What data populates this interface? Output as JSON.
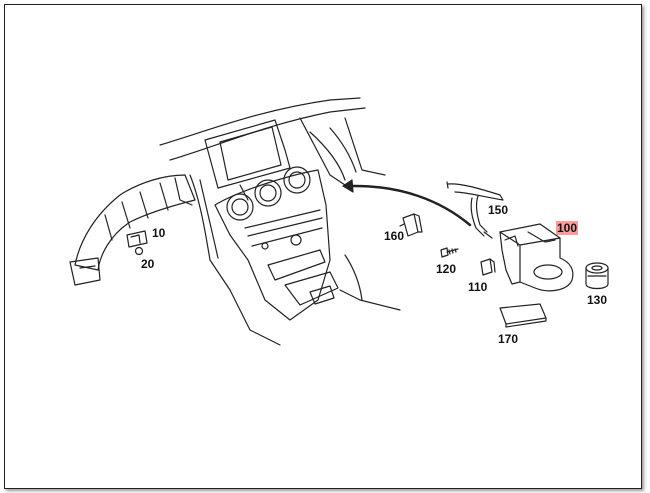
{
  "diagram": {
    "highlight_color": "#ff9a9a",
    "callouts": [
      {
        "id": "c10",
        "label": "10"
      },
      {
        "id": "c20",
        "label": "20"
      },
      {
        "id": "c100",
        "label": "100",
        "highlighted": true
      },
      {
        "id": "c110",
        "label": "110"
      },
      {
        "id": "c120",
        "label": "120"
      },
      {
        "id": "c130",
        "label": "130"
      },
      {
        "id": "c150",
        "label": "150"
      },
      {
        "id": "c160",
        "label": "160"
      },
      {
        "id": "c170",
        "label": "170"
      }
    ]
  }
}
